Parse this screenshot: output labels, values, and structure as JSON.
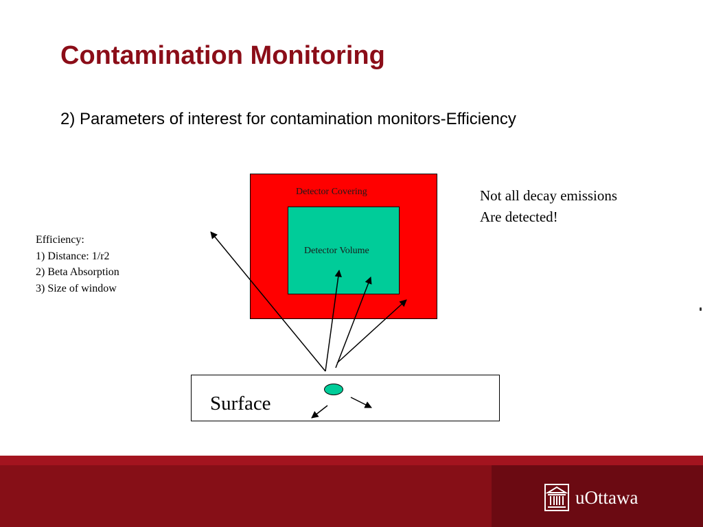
{
  "slide": {
    "title": "Contamination Monitoring",
    "subtitle": "2) Parameters of interest for contamination monitors-Efficiency"
  },
  "efficiency": {
    "heading": "Efficiency:",
    "items": [
      "1) Distance: 1/r2",
      "2) Beta Absorption",
      "3) Size of window"
    ]
  },
  "note": {
    "lines": [
      "Not all decay emissions",
      "Are detected!"
    ]
  },
  "diagram": {
    "detector_covering_label": "Detector Covering",
    "detector_volume_label": "Detector Volume",
    "surface_label": "Surface"
  },
  "footer": {
    "logo_text": "uOttawa"
  },
  "colors": {
    "title": "#8b0d18",
    "detector_covering": "#ff0000",
    "detector_volume": "#00cc99",
    "source": "#00cc99",
    "footer": "#860f17"
  }
}
